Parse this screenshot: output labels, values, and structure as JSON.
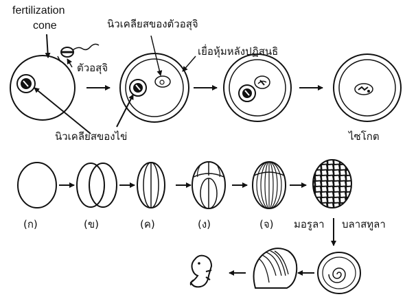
{
  "labels": {
    "fertilization_cone": [
      "fertilization",
      "cone"
    ],
    "sperm_nucleus": "นิวเคลียสของตัวอสุจิ",
    "sperm": "ตัวอสุจิ",
    "fertilization_membrane": "เยื่อหุ้มหลังปฏิสนธิ",
    "egg_nucleus": "นิวเคลียสของไข่",
    "zygote": "ไซโกต",
    "morula": "มอรูลา",
    "blastula": "บลาสทูลา"
  },
  "cleavage_steps": [
    "(ก)",
    "(ข)",
    "(ค)",
    "(ง)",
    "(จ)"
  ],
  "colors": {
    "stroke": "#111111",
    "background": "#ffffff"
  }
}
